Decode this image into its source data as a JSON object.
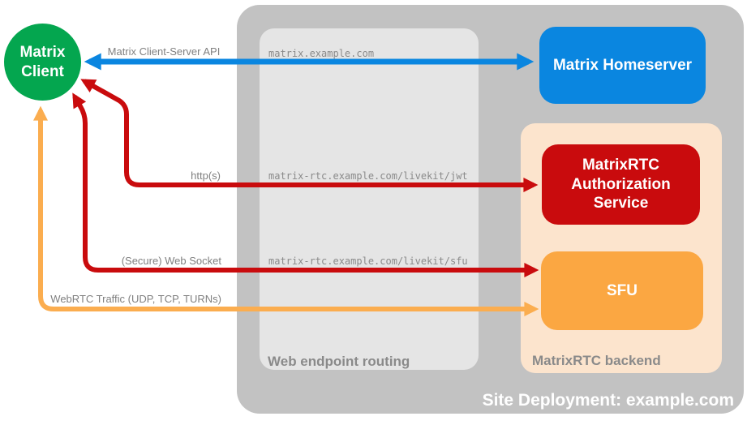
{
  "nodes": {
    "client": {
      "label": "Matrix Client",
      "color": "#04a64f"
    },
    "homeserver": {
      "label": "Matrix Homeserver",
      "color": "#0a86e0"
    },
    "auth_service": {
      "label": "MatrixRTC Authorization Service",
      "color": "#c90b0d"
    },
    "sfu": {
      "label": "SFU",
      "color": "#fba742"
    }
  },
  "containers": {
    "deployment": {
      "label": "Site Deployment: example.com",
      "color": "#c2c2c2"
    },
    "routing": {
      "label": "Web endpoint routing",
      "color": "#e5e5e5"
    },
    "backend": {
      "label": "MatrixRTC backend",
      "color": "#fce4cd"
    }
  },
  "endpoints": {
    "homeserver": "matrix.example.com",
    "jwt": "matrix-rtc.example.com/livekit/jwt",
    "sfu": "matrix-rtc.example.com/livekit/sfu"
  },
  "connections": [
    {
      "label": "Matrix Client-Server API",
      "from": "Matrix Client",
      "to": "Matrix Homeserver",
      "color": "#0a86e0",
      "bidirectional": true
    },
    {
      "label": "http(s)",
      "from": "Matrix Client",
      "to": "MatrixRTC Authorization Service",
      "color": "#c90b0d",
      "bidirectional": true
    },
    {
      "label": "(Secure) Web Socket",
      "from": "Matrix Client",
      "to": "SFU",
      "color": "#c90b0d",
      "bidirectional": true
    },
    {
      "label": "WebRTC Traffic (UDP, TCP, TURNs)",
      "from": "Matrix Client",
      "to": "SFU",
      "color": "#fbad4f",
      "bidirectional": true
    }
  ]
}
